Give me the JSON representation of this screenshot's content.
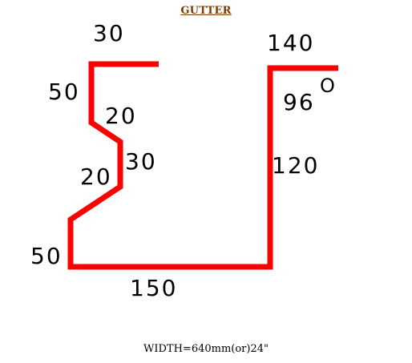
{
  "title": "GUTTER",
  "colors": {
    "title": "#7a3b00",
    "profile": "#ff0000",
    "text": "#000000"
  },
  "dimensions": {
    "top_lip": "30",
    "left_upper_height": "50",
    "upper_slant": "20",
    "middle_vertical": "30",
    "lower_slant": "20",
    "left_lower_height": "50",
    "base": "150",
    "right_height": "120",
    "right_flange": "140",
    "angle": "96",
    "angle_symbol": "O"
  },
  "footer": "WIDTH=640mm(or)24\""
}
